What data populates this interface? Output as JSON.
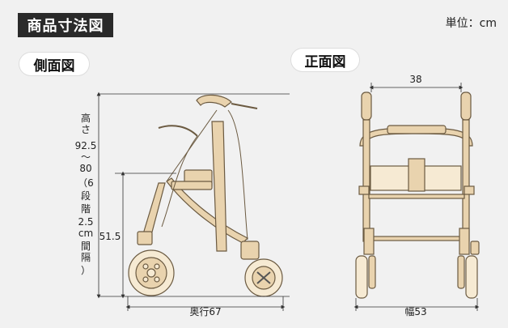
{
  "header": {
    "title": "商品寸法図",
    "unit": "単位：cm"
  },
  "views": {
    "side": "側面図",
    "front": "正面図"
  },
  "dimensions": {
    "height_label": "高さ92.5〜80（6段階2.5cm間隔）",
    "height_lines": [
      "高",
      "さ",
      "92.5",
      "〜",
      "80",
      "（6",
      "段",
      "階",
      "2.5",
      "cm",
      "間",
      "隔",
      "）"
    ],
    "seat_height": "51.5",
    "depth": "奥行67",
    "width_top": "38",
    "width_bottom": "幅53"
  },
  "colors": {
    "frame": "#e9d3ae",
    "frame_stroke": "#6b5a41",
    "line": "#333333",
    "bg": "#f1f1f1"
  }
}
